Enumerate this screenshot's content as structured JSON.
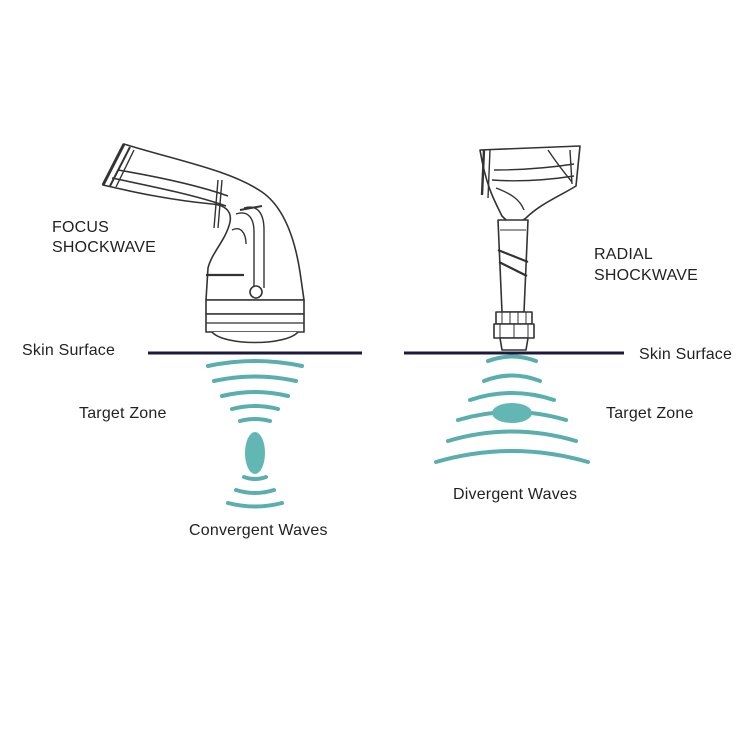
{
  "left_panel": {
    "title_line1": "FOCUS",
    "title_line2": "SHOCKWAVE",
    "skin_label": "Skin Surface",
    "target_label": "Target Zone",
    "waves_label": "Convergent Waves"
  },
  "right_panel": {
    "title_line1": "RADIAL",
    "title_line2": "SHOCKWAVE",
    "skin_label": "Skin Surface",
    "target_label": "Target Zone",
    "waves_label": "Divergent Waves"
  },
  "colors": {
    "wave": "#5aaeae",
    "target": "#62b6b4",
    "skin_line": "#1c1a3c",
    "device_outline": "#333333"
  }
}
